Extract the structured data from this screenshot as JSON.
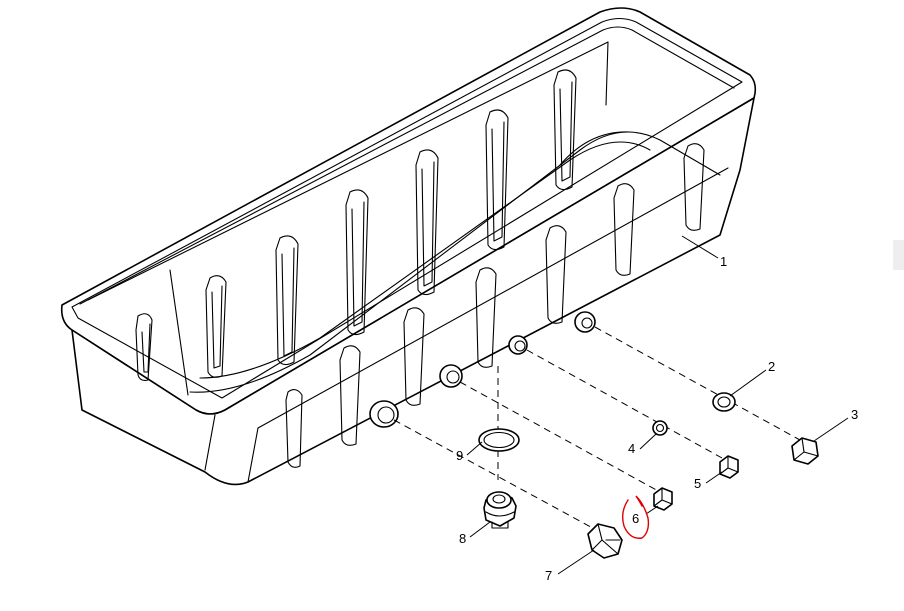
{
  "diagram": {
    "callouts": {
      "c1": "1",
      "c2": "2",
      "c3": "3",
      "c4": "4",
      "c5": "5",
      "c6": "6",
      "c7": "7",
      "c8": "8",
      "c9": "9"
    },
    "colors": {
      "line": "#000000",
      "markup": "#e00000",
      "background": "#ffffff"
    }
  }
}
